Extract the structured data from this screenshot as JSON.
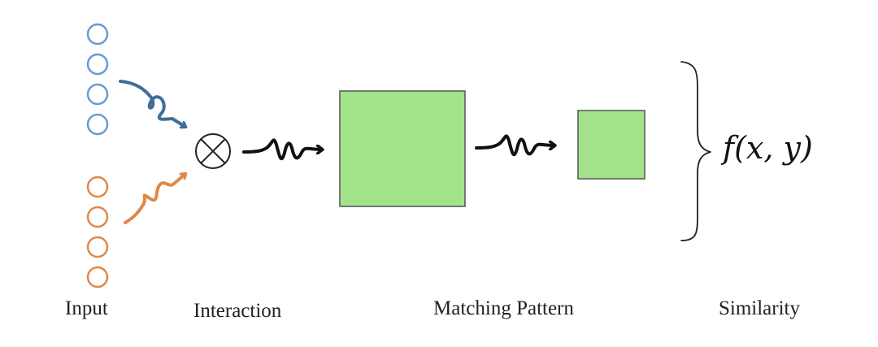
{
  "labels": {
    "input": "Input",
    "interaction": "Interaction",
    "matching_pattern": "Matching Pattern",
    "similarity": "Similarity",
    "formula": "f(x, y)"
  },
  "inputs": {
    "x_count": 4,
    "y_count": 4
  },
  "colors": {
    "input_x": "#6b9bd1",
    "input_y": "#e0874a",
    "arrow_x": "#3f6e99",
    "arrow_y": "#e0874a",
    "arrow_main": "#111111",
    "matrix_fill": "#a2e38c",
    "matrix_stroke": "#555555"
  },
  "icons": {
    "interaction_operator": "circled-times-icon",
    "similarity_brace": "curly-brace-icon"
  }
}
